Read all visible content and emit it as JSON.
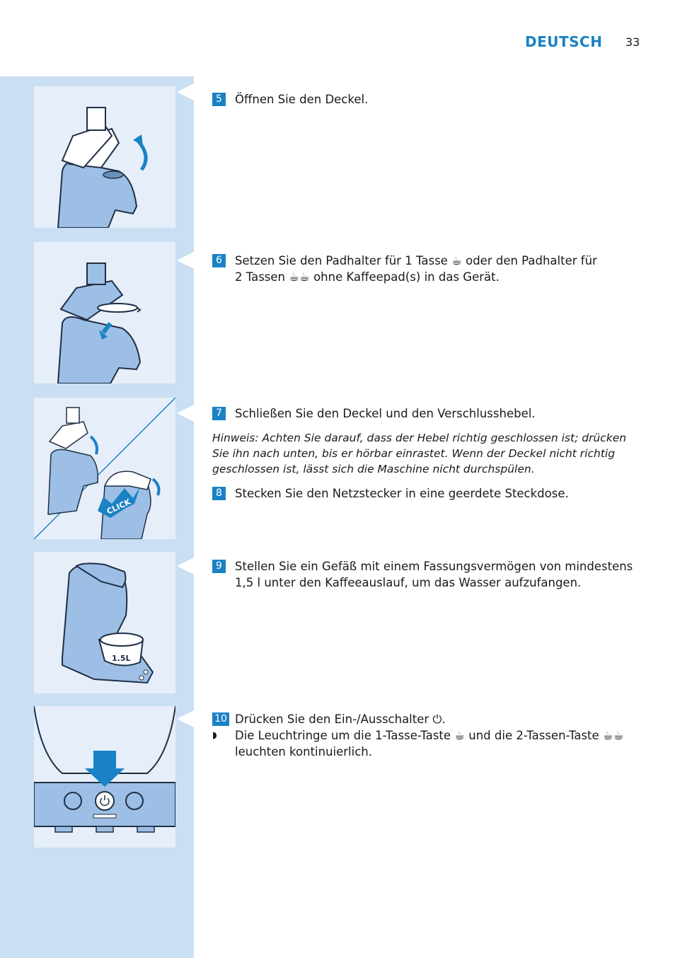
{
  "header": {
    "language": "DEUTSCH",
    "page_number": "33"
  },
  "steps": [
    {
      "number": "5",
      "text": "Öffnen Sie den Deckel."
    },
    {
      "number": "6",
      "line1": "Setzen Sie den Padhalter für 1 Tasse ☕ oder den Padhalter für",
      "line2": "2 Tassen ☕☕ ohne Kaffeepad(s) in das Gerät."
    },
    {
      "number": "7",
      "text": "Schließen Sie den Deckel und den Verschlusshebel."
    },
    {
      "number": "8",
      "text": "Stecken Sie den Netzstecker in eine geerdete Steckdose."
    },
    {
      "number": "9",
      "line1": "Stellen Sie ein Gefäß mit einem Fassungsvermögen von mindestens",
      "line2": "1,5 l unter den Kaffeeauslauf, um das Wasser aufzufangen."
    },
    {
      "number": "10",
      "text": "Drücken Sie den Ein-/Ausschalter ⏻."
    }
  ],
  "note": {
    "line1": "Hinweis: Achten Sie darauf, dass der Hebel richtig geschlossen ist; drücken",
    "line2": "Sie ihn nach unten, bis er hörbar einrastet. Wenn der Deckel nicht richtig",
    "line3": "geschlossen ist, lässt sich die Maschine nicht durchspülen."
  },
  "result": {
    "marker": "◗",
    "line1": "Die Leuchtringe um die 1-Tasse-Taste ☕ und die 2-Tassen-Taste ☕☕",
    "line2": "leuchten kontinuierlich."
  },
  "illustrations": {
    "click_label": "CLICK",
    "bowl_label": "1.5L"
  },
  "colors": {
    "accent": "#1a82c4",
    "sidebar": "#cadff3",
    "panel": "#e6eef9",
    "machine": "#9dbfe6"
  }
}
